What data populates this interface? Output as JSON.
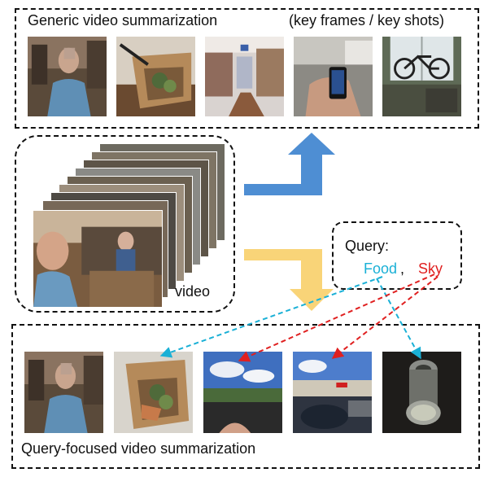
{
  "top_panel": {
    "title": "Generic video summarization",
    "subtitle": "(key frames / key shots)",
    "frames": [
      {
        "scene": "person-in-store",
        "tone": "#6b5a48"
      },
      {
        "scene": "food-container",
        "tone": "#9a7a52"
      },
      {
        "scene": "store-aisle",
        "tone": "#8b6c5a"
      },
      {
        "scene": "phone-in-hand",
        "tone": "#6c6a62"
      },
      {
        "scene": "bicycle-window",
        "tone": "#7d8074"
      }
    ]
  },
  "video_panel": {
    "label": "video"
  },
  "query_panel": {
    "title": "Query:",
    "terms": [
      {
        "text": "Food",
        "color": "#1ab0d6"
      },
      {
        "text": "Sky",
        "color": "#e02020"
      }
    ],
    "separator": ","
  },
  "bottom_panel": {
    "title": "Query-focused video summarization",
    "frames": [
      {
        "scene": "person-in-store",
        "tone": "#6b5a48"
      },
      {
        "scene": "food-container",
        "tone": "#9a7a52"
      },
      {
        "scene": "car-dashboard-sky",
        "tone": "#5c83c4"
      },
      {
        "scene": "parking-lot-sky",
        "tone": "#5d86c8"
      },
      {
        "scene": "food-can",
        "tone": "#2e2b27"
      }
    ]
  },
  "colors": {
    "arrow_up": "#4e8ed3",
    "arrow_down": "#f9d478",
    "food_link": "#1ab0d6",
    "sky_link": "#e02020"
  }
}
